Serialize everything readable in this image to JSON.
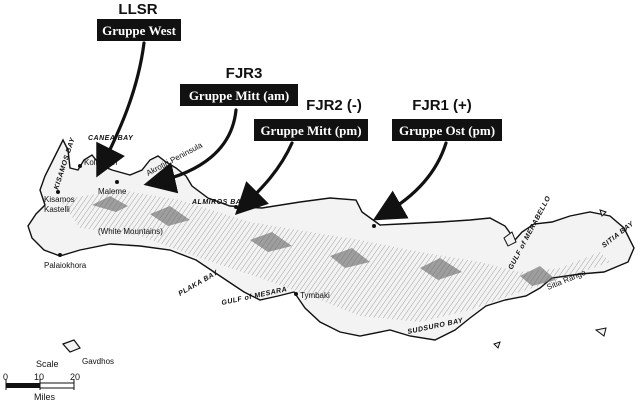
{
  "forces": [
    {
      "code": "LLSR",
      "group": "Gruppe West"
    },
    {
      "code": "FJR3",
      "group": "Gruppe Mitt (am)"
    },
    {
      "code": "FJR2 (-)",
      "group": "Gruppe Mitt (pm)"
    },
    {
      "code": "FJR1 (+)",
      "group": "Gruppe Ost (pm)"
    }
  ],
  "places": {
    "kolimbari": "Kolimbari",
    "akrotiri": "Akrotiri Peninsula",
    "maleme": "Maleme",
    "kisamos": "Kisamos",
    "kastelli": "Kastelli",
    "white_mountains": "(White Mountains)",
    "palaiokhora": "Palaiokhora",
    "tymbaki": "Tymbaki",
    "sitia_range": "Sitia Range",
    "gavdhos": "Gavdhos"
  },
  "waters": {
    "kisamos_bay": "KISAMOS BAY",
    "canea_bay": "CANEA BAY",
    "almiros_bay": "ALMIROS BAY",
    "plaka_bay": "PLAKA BAY",
    "gulf_mesara": "GULF of MESARA",
    "gulf_merabello": "GULF of MERABELLO",
    "sudsuro_bay": "SUDSURO BAY",
    "sitia_bay": "SITIA BAY"
  },
  "scale": {
    "title": "Scale",
    "ticks": [
      "0",
      "10",
      "20"
    ],
    "unit": "Miles"
  }
}
